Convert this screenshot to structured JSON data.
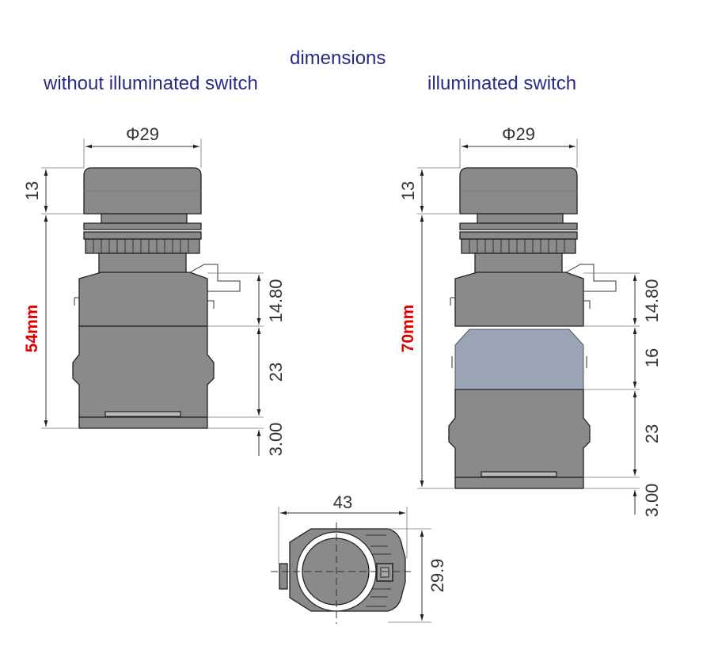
{
  "titles": {
    "main": "dimensions",
    "left": "without illuminated switch",
    "right": "illuminated switch"
  },
  "left_drawing": {
    "diameter": "Φ29",
    "cap_height": "13",
    "total_length": "54mm",
    "upper_body": "14.80",
    "lower_body": "23",
    "base": "3.00"
  },
  "right_drawing": {
    "diameter": "Φ29",
    "cap_height": "13",
    "total_length": "70mm",
    "upper_body": "14.80",
    "lamp_section": "16",
    "lower_body": "23",
    "base": "3.00"
  },
  "bottom_view": {
    "width": "43",
    "height": "29.9"
  },
  "colors": {
    "title": "#2a2a86",
    "total": "#e00000",
    "body": "#8a8a8a",
    "lamp": "#9ba4b4"
  }
}
